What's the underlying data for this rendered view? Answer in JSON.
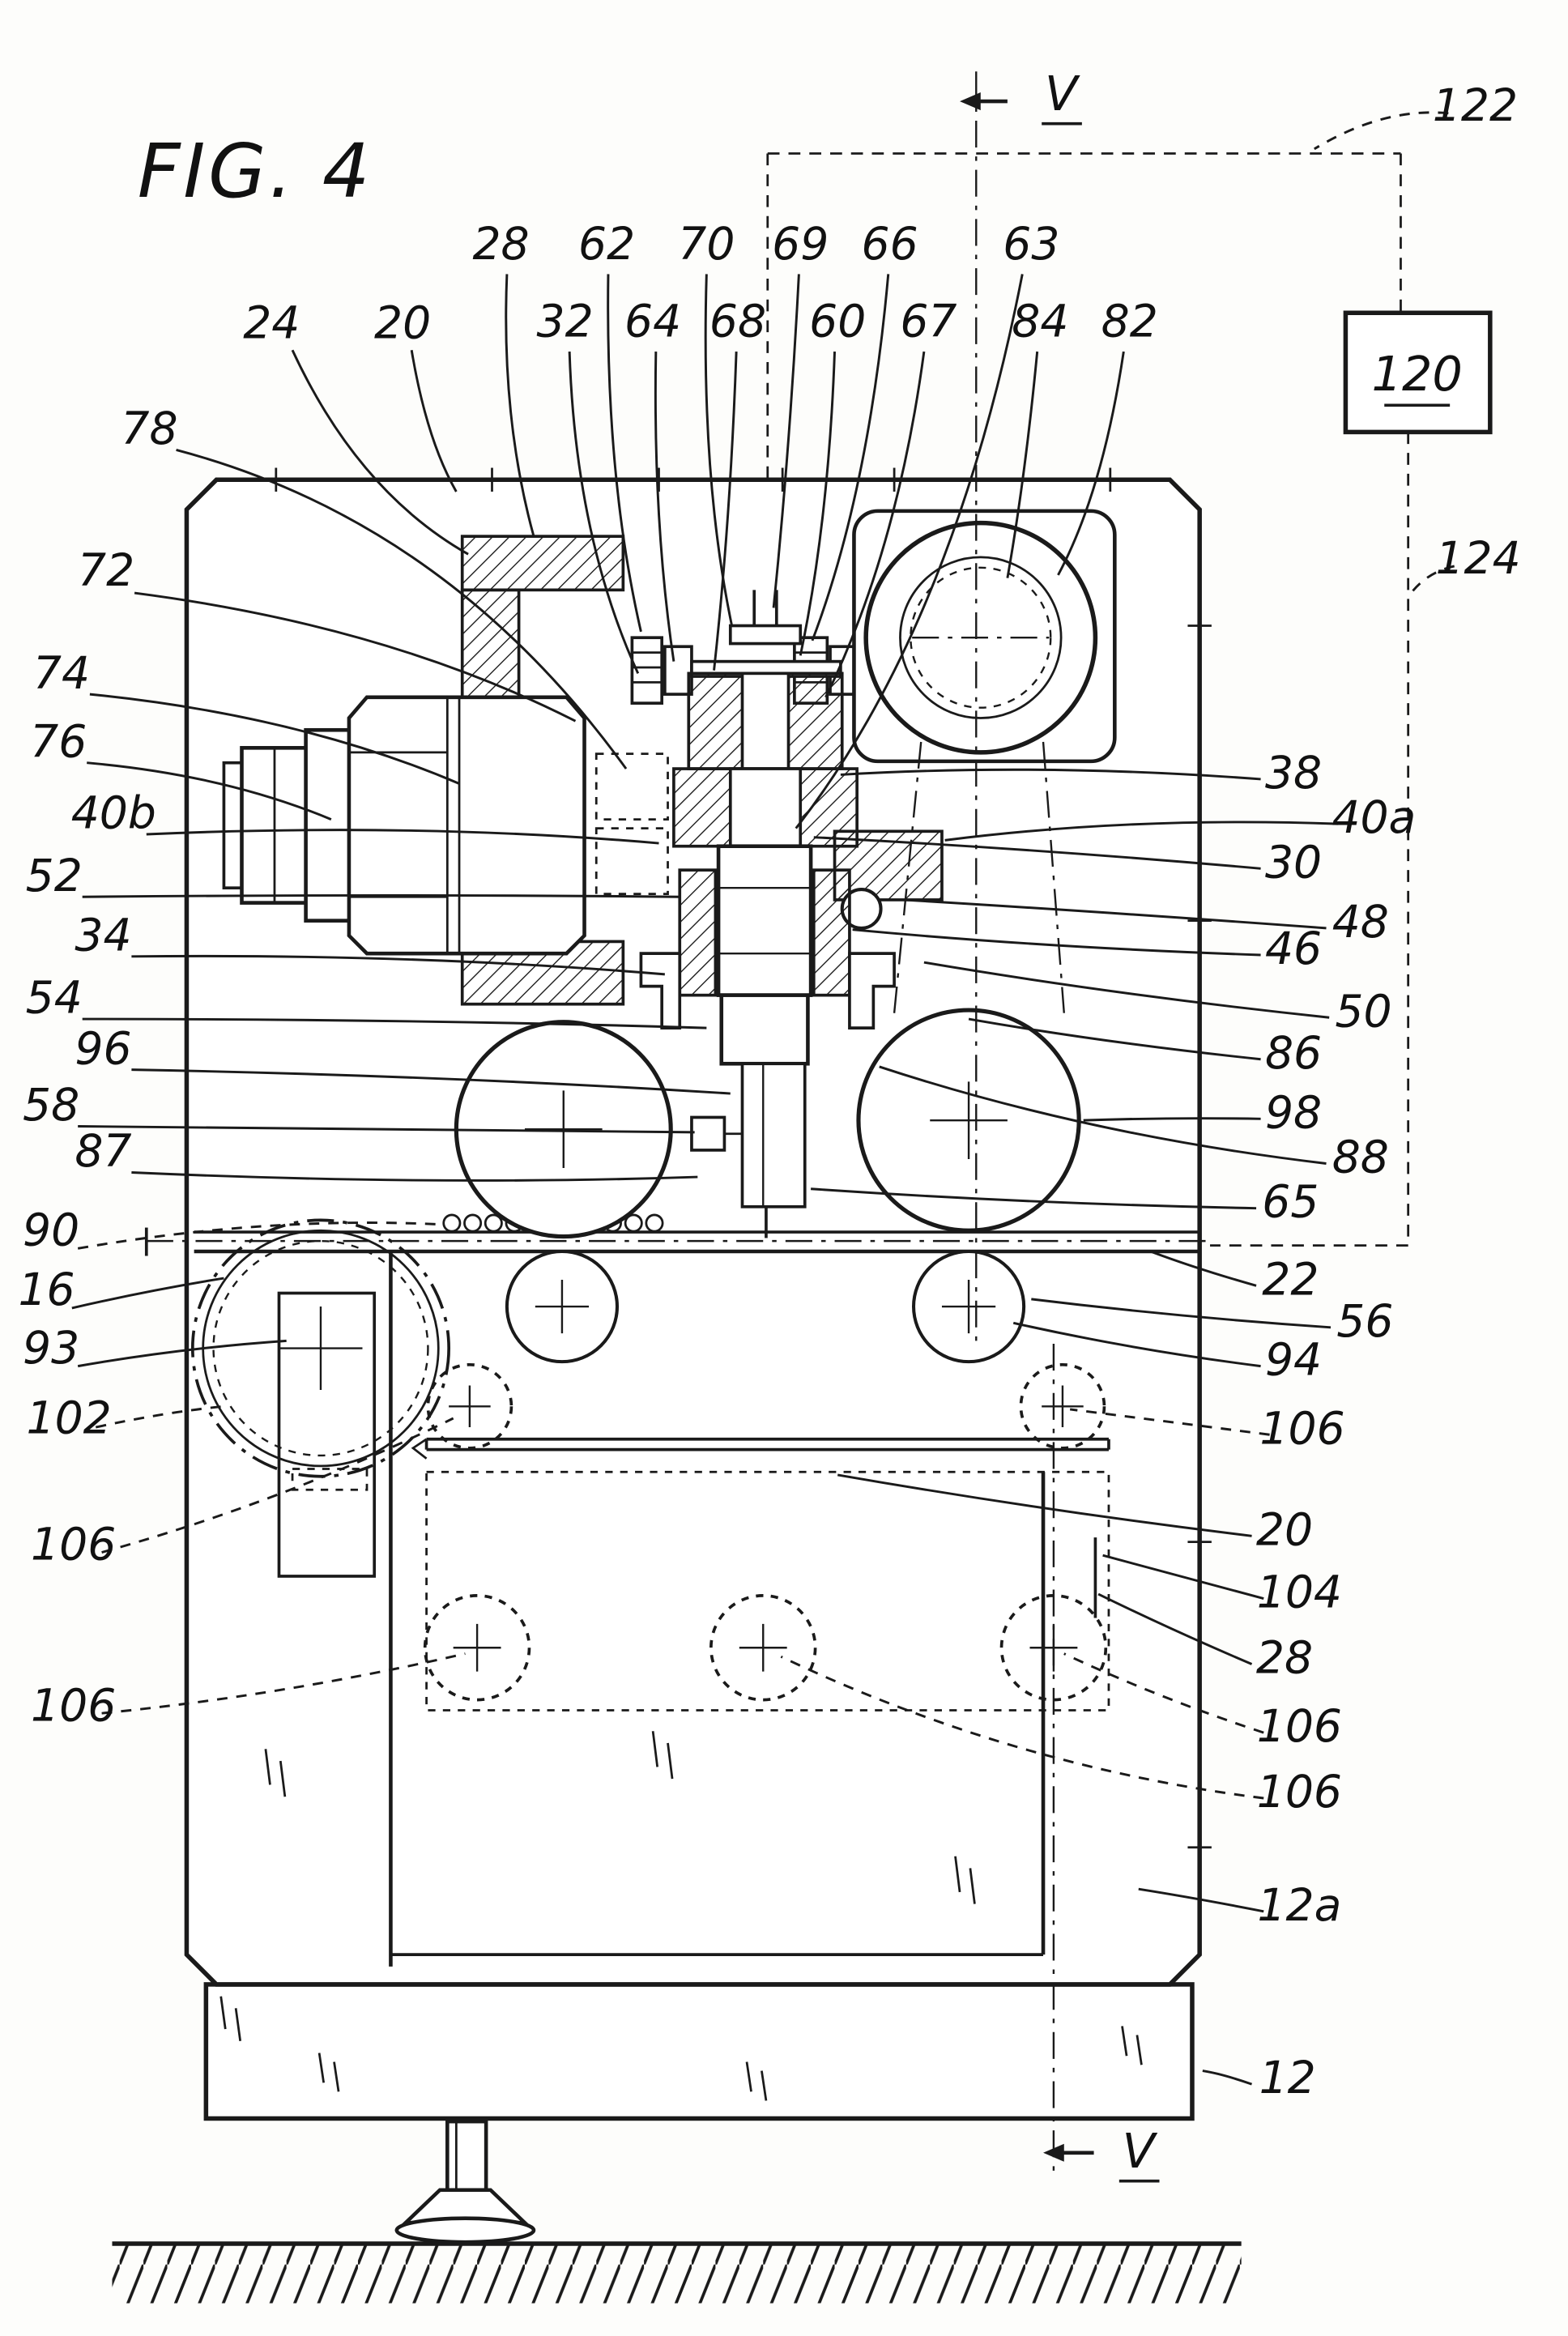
{
  "figure": {
    "title": "FIG. 4"
  },
  "controller": {
    "label": "120"
  },
  "section_markers": {
    "top": "V",
    "bottom": "V"
  },
  "style": {
    "ink": "#1a1a1a",
    "background": "#ffffff"
  },
  "ref_labels": [
    {
      "id": "28-top",
      "text": "28"
    },
    {
      "id": "62",
      "text": "62"
    },
    {
      "id": "70",
      "text": "70"
    },
    {
      "id": "69",
      "text": "69"
    },
    {
      "id": "66",
      "text": "66"
    },
    {
      "id": "63",
      "text": "63"
    },
    {
      "id": "24",
      "text": "24"
    },
    {
      "id": "20-top",
      "text": "20"
    },
    {
      "id": "32",
      "text": "32"
    },
    {
      "id": "64",
      "text": "64"
    },
    {
      "id": "68",
      "text": "68"
    },
    {
      "id": "60",
      "text": "60"
    },
    {
      "id": "67",
      "text": "67"
    },
    {
      "id": "84",
      "text": "84"
    },
    {
      "id": "82",
      "text": "82"
    },
    {
      "id": "78",
      "text": "78"
    },
    {
      "id": "72",
      "text": "72"
    },
    {
      "id": "74",
      "text": "74"
    },
    {
      "id": "76",
      "text": "76"
    },
    {
      "id": "40b",
      "text": "40b"
    },
    {
      "id": "52",
      "text": "52"
    },
    {
      "id": "34",
      "text": "34"
    },
    {
      "id": "54",
      "text": "54"
    },
    {
      "id": "96",
      "text": "96"
    },
    {
      "id": "58",
      "text": "58"
    },
    {
      "id": "87",
      "text": "87"
    },
    {
      "id": "90",
      "text": "90"
    },
    {
      "id": "16",
      "text": "16"
    },
    {
      "id": "93",
      "text": "93"
    },
    {
      "id": "102",
      "text": "102"
    },
    {
      "id": "106-left-upper",
      "text": "106"
    },
    {
      "id": "106-left-lower",
      "text": "106"
    },
    {
      "id": "122",
      "text": "122"
    },
    {
      "id": "124",
      "text": "124"
    },
    {
      "id": "38",
      "text": "38"
    },
    {
      "id": "40a",
      "text": "40a"
    },
    {
      "id": "30",
      "text": "30"
    },
    {
      "id": "48",
      "text": "48"
    },
    {
      "id": "46",
      "text": "46"
    },
    {
      "id": "50",
      "text": "50"
    },
    {
      "id": "86",
      "text": "86"
    },
    {
      "id": "98",
      "text": "98"
    },
    {
      "id": "88",
      "text": "88"
    },
    {
      "id": "65",
      "text": "65"
    },
    {
      "id": "22",
      "text": "22"
    },
    {
      "id": "56",
      "text": "56"
    },
    {
      "id": "94",
      "text": "94"
    },
    {
      "id": "106-right-1",
      "text": "106"
    },
    {
      "id": "20-right",
      "text": "20"
    },
    {
      "id": "104",
      "text": "104"
    },
    {
      "id": "28-right",
      "text": "28"
    },
    {
      "id": "106-right-2",
      "text": "106"
    },
    {
      "id": "106-right-3",
      "text": "106"
    },
    {
      "id": "12a",
      "text": "12a"
    },
    {
      "id": "12",
      "text": "12"
    }
  ]
}
